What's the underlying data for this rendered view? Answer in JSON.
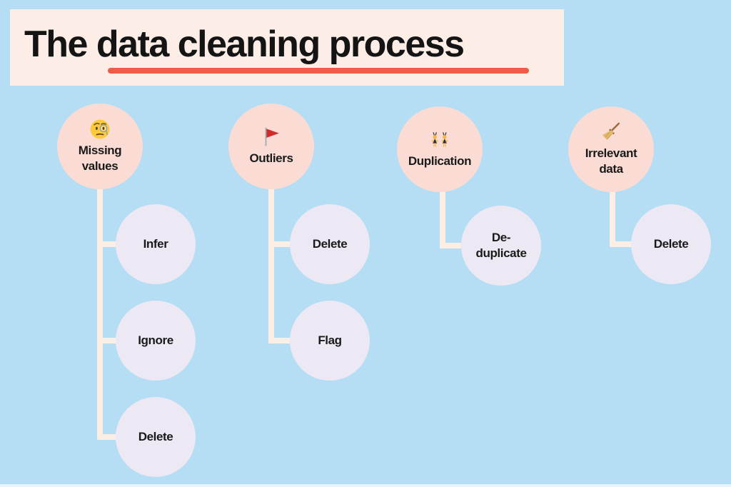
{
  "title": {
    "text": "The data cleaning process"
  },
  "colors": {
    "background": "#b5ddf4",
    "title_box": "#fcede7",
    "title_underline": "#f25b45",
    "parent_circle": "#fadcd5",
    "child_circle": "#ece9f4",
    "connector": "#faeee5",
    "text": "#1a1a1a"
  },
  "tree": [
    {
      "label": "Missing values",
      "icon": "monocle-face-icon",
      "children": [
        {
          "label": "Infer"
        },
        {
          "label": "Ignore"
        },
        {
          "label": "Delete"
        }
      ]
    },
    {
      "label": "Outliers",
      "icon": "red-flag-icon",
      "children": [
        {
          "label": "Delete"
        },
        {
          "label": "Flag"
        }
      ]
    },
    {
      "label": "Duplication",
      "icon": "dancing-twins-icon",
      "children": [
        {
          "label": "De-duplicate"
        }
      ]
    },
    {
      "label": "Irrelevant data",
      "icon": "broom-icon",
      "children": [
        {
          "label": "Delete"
        }
      ]
    }
  ]
}
